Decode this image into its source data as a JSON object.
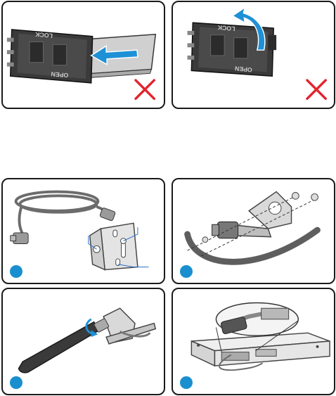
{
  "colors": {
    "outline": "#1a1a1a",
    "arrow": "#1e90d6",
    "cross": "#e3232c",
    "step_dot": "#1a8fd0",
    "bracket_blue": "#2a6fc9",
    "metal": "#c8c8c8",
    "cable": "#6c6c6c",
    "antenna": "#3a3a3a"
  },
  "panels": [
    {
      "name": "panel-wrong-insert",
      "icon": "cross-icon",
      "status": "incorrect"
    },
    {
      "name": "panel-wrong-lift",
      "icon": "cross-icon",
      "status": "incorrect"
    },
    {
      "name": "panel-step-1",
      "icon": "step-dot-icon"
    },
    {
      "name": "panel-step-2",
      "icon": "step-dot-icon"
    },
    {
      "name": "panel-step-3",
      "icon": "step-dot-icon"
    },
    {
      "name": "panel-step-4",
      "icon": "step-dot-icon"
    }
  ],
  "sim_tray": {
    "label_lock": "LOCK",
    "label_open": "OPEN"
  }
}
